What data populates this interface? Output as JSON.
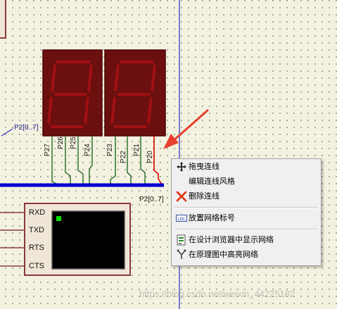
{
  "schematic": {
    "display_pins": [
      "P27",
      "P26",
      "P25",
      "P24",
      "P23",
      "P22",
      "P21",
      "P20"
    ],
    "bus_label_top": "P2[0..7]",
    "bus_label_right": "P2[0..7]",
    "terminal_pins": [
      "RXD",
      "TXD",
      "RTS",
      "CTS"
    ]
  },
  "context_menu": {
    "items": [
      {
        "label": "拖曳连线",
        "icon": "move-icon"
      },
      {
        "label": "编辑连线风格",
        "icon": ""
      },
      {
        "label": "删除连线",
        "icon": "delete-x-icon"
      },
      {
        "label": "放置网络标号",
        "icon": "net-label-icon"
      },
      {
        "label": "在设计浏览器中显示网络",
        "icon": "design-explorer-icon"
      },
      {
        "label": "在原理图中高亮网络",
        "icon": "highlight-net-icon"
      }
    ]
  },
  "watermark": "https://blog.csdn.net/weixin_44225182",
  "colors": {
    "wire_green": "#3a7a3a",
    "bus_blue": "#0000cc",
    "segment_on": "#8b0000",
    "segment_bg": "#6b0f0f",
    "arrow_red": "#e8412e",
    "selected_wire": "#e00000"
  }
}
